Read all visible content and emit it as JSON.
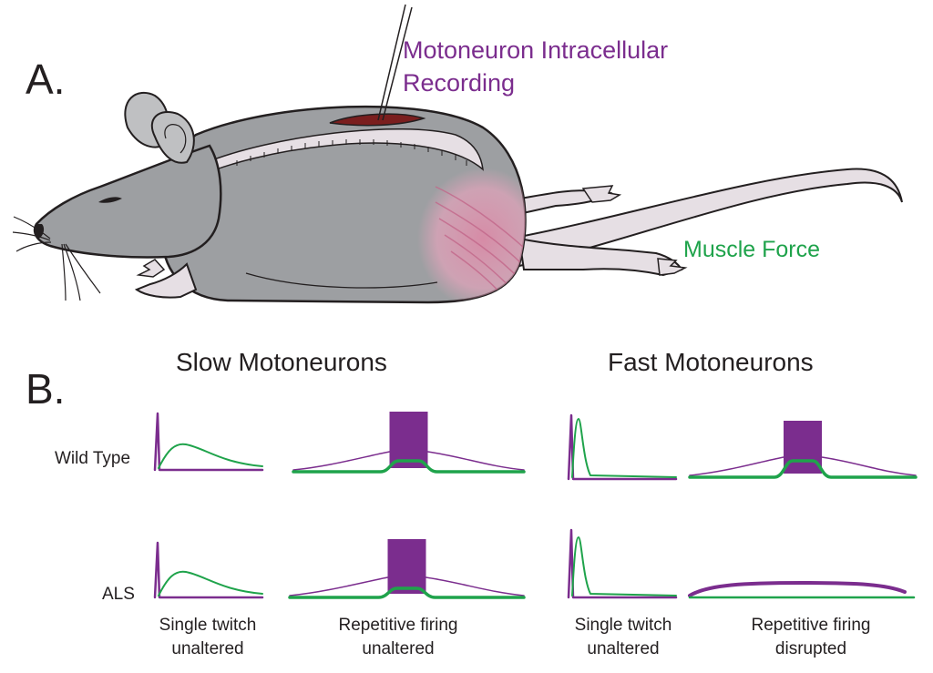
{
  "panel_a": {
    "label": "A.",
    "recording_label_line1": "Motoneuron Intracellular",
    "recording_label_line2": "Recording",
    "force_label": "Muscle Force"
  },
  "panel_b": {
    "label": "B.",
    "groups": [
      {
        "title": "Slow Motoneurons"
      },
      {
        "title": "Fast Motoneurons"
      }
    ],
    "rows": [
      {
        "label": "Wild Type"
      },
      {
        "label": "ALS"
      }
    ],
    "captions": [
      {
        "line1": "Single twitch",
        "line2": "unaltered"
      },
      {
        "line1": "Repetitive firing",
        "line2": "unaltered"
      },
      {
        "line1": "Single twitch",
        "line2": "unaltered"
      },
      {
        "line1": "Repetitive firing",
        "line2": "disrupted"
      }
    ]
  },
  "colors": {
    "neuron": "#7b2d8e",
    "force": "#1fa34b",
    "mouse_body": "#9d9fa2",
    "mouse_skin": "#e6dfe4",
    "muscle": "#d98aa6",
    "text": "#231f20"
  }
}
